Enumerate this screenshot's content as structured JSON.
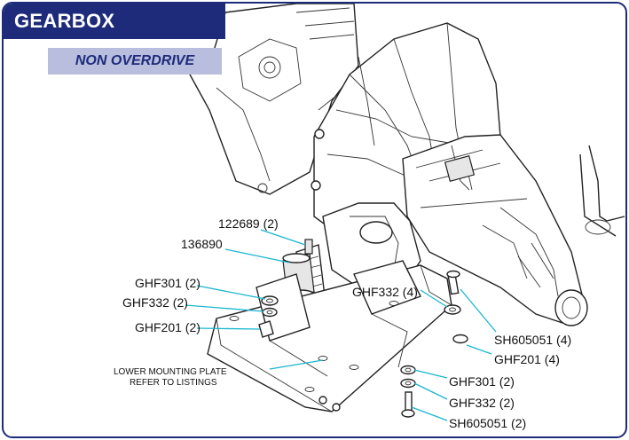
{
  "header": {
    "title": "GEARBOX MOUNTINGS",
    "subtitle": "NON OVERDRIVE"
  },
  "colors": {
    "title_bg": "#1d2b7a",
    "subtitle_bg": "#b9bede",
    "leader_line": "#19b6cf",
    "frame_border": "#1d2b7a"
  },
  "callouts": {
    "p122689": "122689 (2)",
    "p136890": "136890",
    "ghf301_left": "GHF301 (2)",
    "ghf332_left": "GHF332 (2)",
    "ghf201_left": "GHF201 (2)",
    "ghf332_right": "GHF332 (4)",
    "sh605051_right": "SH605051 (4)",
    "ghf201_right": "GHF201 (4)",
    "ghf301_bottom": "GHF301 (2)",
    "ghf332_bottom": "GHF332 (2)",
    "sh605051_bottom": "SH605051 (2)",
    "plate_line1": "LOWER MOUNTING PLATE",
    "plate_line2": "REFER TO LISTINGS"
  }
}
